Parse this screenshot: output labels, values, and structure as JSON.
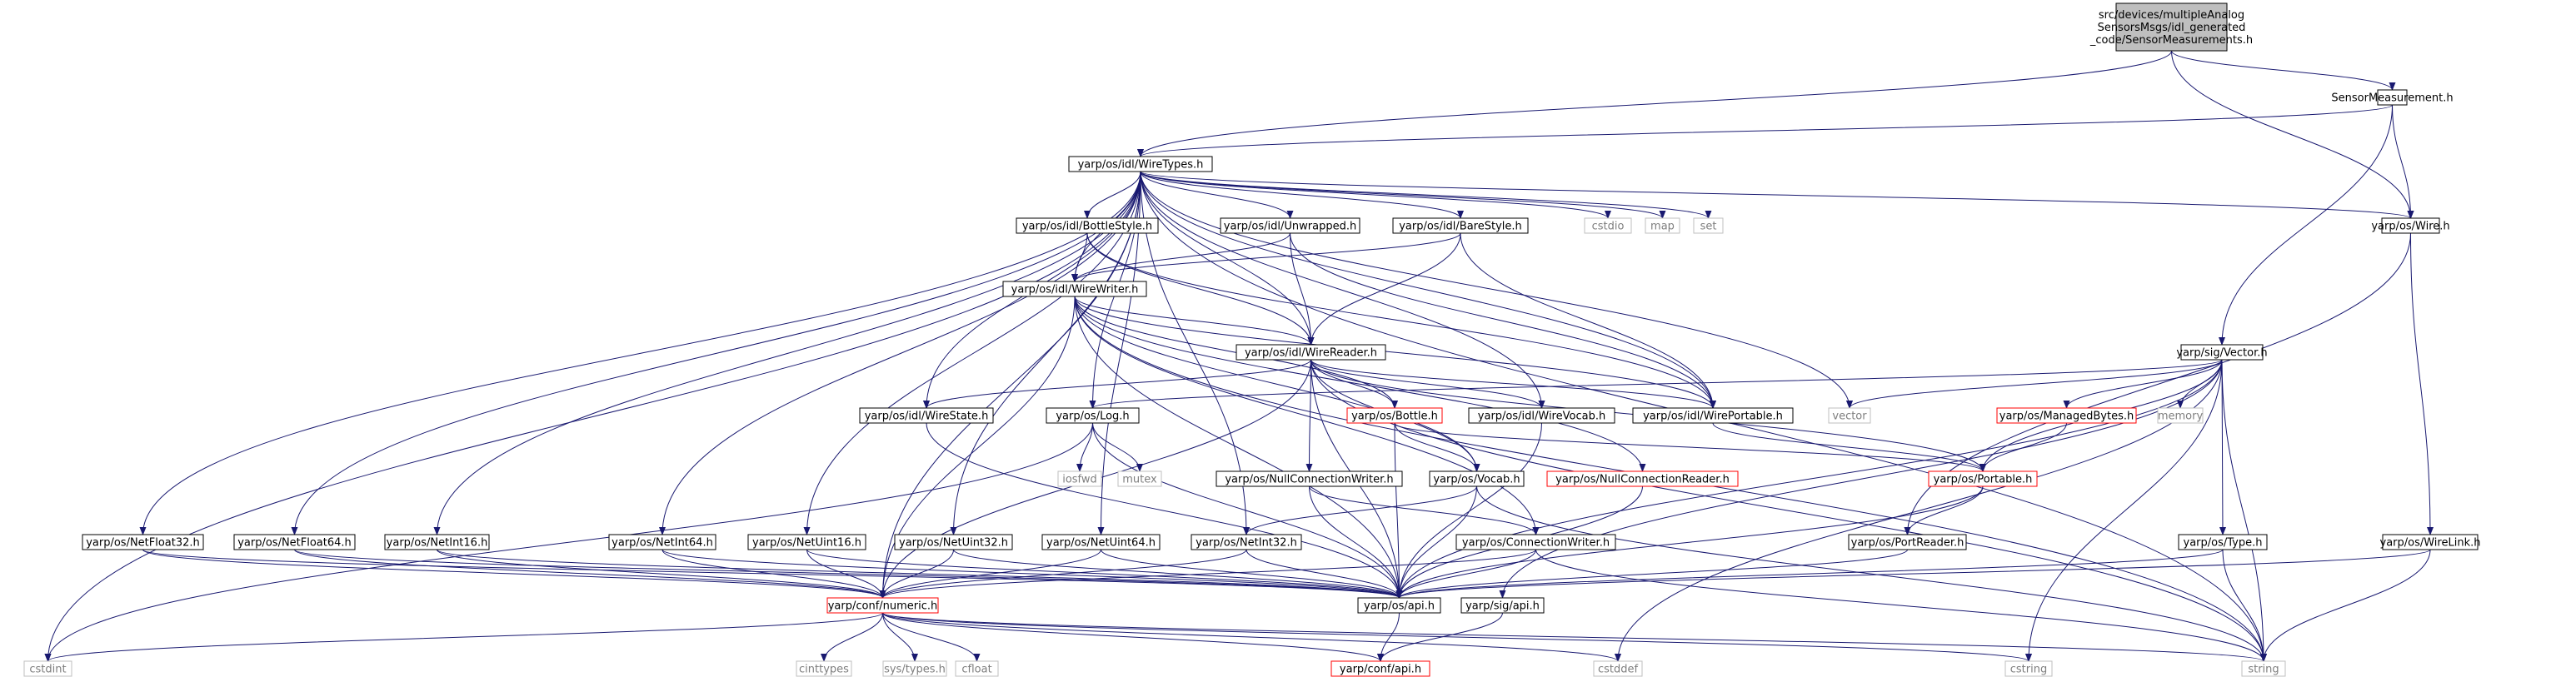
{
  "diagram": {
    "nodes": [
      {
        "id": "root",
        "lines": [
          "src/devices/multipleAnalog",
          "SensorsMsgs/idl_generated",
          "_code/SensorMeasurements.h"
        ],
        "style": "root"
      },
      {
        "id": "sensormeasurement",
        "lines": [
          "SensorMeasurement.h"
        ],
        "style": "normal"
      },
      {
        "id": "wiretypes",
        "lines": [
          "yarp/os/idl/WireTypes.h"
        ],
        "style": "normal"
      },
      {
        "id": "wire",
        "lines": [
          "yarp/os/Wire.h"
        ],
        "style": "normal"
      },
      {
        "id": "vector",
        "lines": [
          "yarp/sig/Vector.h"
        ],
        "style": "normal"
      },
      {
        "id": "bottlestyle",
        "lines": [
          "yarp/os/idl/BottleStyle.h"
        ],
        "style": "normal"
      },
      {
        "id": "unwrapped",
        "lines": [
          "yarp/os/idl/Unwrapped.h"
        ],
        "style": "normal"
      },
      {
        "id": "barestyle",
        "lines": [
          "yarp/os/idl/BareStyle.h"
        ],
        "style": "normal"
      },
      {
        "id": "cstdio",
        "lines": [
          "cstdio"
        ],
        "style": "std"
      },
      {
        "id": "map",
        "lines": [
          "map"
        ],
        "style": "std"
      },
      {
        "id": "set",
        "lines": [
          "set"
        ],
        "style": "std"
      },
      {
        "id": "wirewriter",
        "lines": [
          "yarp/os/idl/WireWriter.h"
        ],
        "style": "normal"
      },
      {
        "id": "wirereader",
        "lines": [
          "yarp/os/idl/WireReader.h"
        ],
        "style": "normal"
      },
      {
        "id": "wirestate",
        "lines": [
          "yarp/os/idl/WireState.h"
        ],
        "style": "normal"
      },
      {
        "id": "log",
        "lines": [
          "yarp/os/Log.h"
        ],
        "style": "normal"
      },
      {
        "id": "bottle",
        "lines": [
          "yarp/os/Bottle.h"
        ],
        "style": "red"
      },
      {
        "id": "wirevocab",
        "lines": [
          "yarp/os/idl/WireVocab.h"
        ],
        "style": "normal"
      },
      {
        "id": "wireportable",
        "lines": [
          "yarp/os/idl/WirePortable.h"
        ],
        "style": "normal"
      },
      {
        "id": "vectorstd",
        "lines": [
          "vector"
        ],
        "style": "std"
      },
      {
        "id": "managedbytes",
        "lines": [
          "yarp/os/ManagedBytes.h"
        ],
        "style": "red"
      },
      {
        "id": "memory",
        "lines": [
          "memory"
        ],
        "style": "std"
      },
      {
        "id": "iosfwd",
        "lines": [
          "iosfwd"
        ],
        "style": "std"
      },
      {
        "id": "mutex",
        "lines": [
          "mutex"
        ],
        "style": "std"
      },
      {
        "id": "nullconnwriter",
        "lines": [
          "yarp/os/NullConnectionWriter.h"
        ],
        "style": "normal"
      },
      {
        "id": "vocab",
        "lines": [
          "yarp/os/Vocab.h"
        ],
        "style": "normal"
      },
      {
        "id": "nullconnreader",
        "lines": [
          "yarp/os/NullConnectionReader.h"
        ],
        "style": "red"
      },
      {
        "id": "portable",
        "lines": [
          "yarp/os/Portable.h"
        ],
        "style": "red"
      },
      {
        "id": "netfloat32",
        "lines": [
          "yarp/os/NetFloat32.h"
        ],
        "style": "normal"
      },
      {
        "id": "netfloat64",
        "lines": [
          "yarp/os/NetFloat64.h"
        ],
        "style": "normal"
      },
      {
        "id": "netint16",
        "lines": [
          "yarp/os/NetInt16.h"
        ],
        "style": "normal"
      },
      {
        "id": "netint64",
        "lines": [
          "yarp/os/NetInt64.h"
        ],
        "style": "normal"
      },
      {
        "id": "netuint16",
        "lines": [
          "yarp/os/NetUint16.h"
        ],
        "style": "normal"
      },
      {
        "id": "netuint32",
        "lines": [
          "yarp/os/NetUint32.h"
        ],
        "style": "normal"
      },
      {
        "id": "netuint64",
        "lines": [
          "yarp/os/NetUint64.h"
        ],
        "style": "normal"
      },
      {
        "id": "netint32",
        "lines": [
          "yarp/os/NetInt32.h"
        ],
        "style": "normal"
      },
      {
        "id": "connwriter",
        "lines": [
          "yarp/os/ConnectionWriter.h"
        ],
        "style": "normal"
      },
      {
        "id": "portreader",
        "lines": [
          "yarp/os/PortReader.h"
        ],
        "style": "normal"
      },
      {
        "id": "type",
        "lines": [
          "yarp/os/Type.h"
        ],
        "style": "normal"
      },
      {
        "id": "wirelink",
        "lines": [
          "yarp/os/WireLink.h"
        ],
        "style": "normal"
      },
      {
        "id": "numeric",
        "lines": [
          "yarp/conf/numeric.h"
        ],
        "style": "red"
      },
      {
        "id": "osapi",
        "lines": [
          "yarp/os/api.h"
        ],
        "style": "normal"
      },
      {
        "id": "sigapi",
        "lines": [
          "yarp/sig/api.h"
        ],
        "style": "normal"
      },
      {
        "id": "cstdint",
        "lines": [
          "cstdint"
        ],
        "style": "std"
      },
      {
        "id": "cinttypes",
        "lines": [
          "cinttypes"
        ],
        "style": "std"
      },
      {
        "id": "systypes",
        "lines": [
          "sys/types.h"
        ],
        "style": "std"
      },
      {
        "id": "cfloat",
        "lines": [
          "cfloat"
        ],
        "style": "std"
      },
      {
        "id": "confapi",
        "lines": [
          "yarp/conf/api.h"
        ],
        "style": "red"
      },
      {
        "id": "cstddef",
        "lines": [
          "cstddef"
        ],
        "style": "std"
      },
      {
        "id": "cstring",
        "lines": [
          "cstring"
        ],
        "style": "std"
      },
      {
        "id": "string",
        "lines": [
          "string"
        ],
        "style": "std"
      }
    ],
    "edges": [
      [
        "root",
        "wiretypes"
      ],
      [
        "root",
        "sensormeasurement"
      ],
      [
        "root",
        "wire"
      ],
      [
        "sensormeasurement",
        "wiretypes"
      ],
      [
        "sensormeasurement",
        "wire"
      ],
      [
        "sensormeasurement",
        "vector"
      ],
      [
        "wiretypes",
        "bottlestyle"
      ],
      [
        "wiretypes",
        "unwrapped"
      ],
      [
        "wiretypes",
        "barestyle"
      ],
      [
        "wiretypes",
        "cstdio"
      ],
      [
        "wiretypes",
        "map"
      ],
      [
        "wiretypes",
        "set"
      ],
      [
        "wiretypes",
        "wire"
      ],
      [
        "wiretypes",
        "wirewriter"
      ],
      [
        "wiretypes",
        "wirereader"
      ],
      [
        "wiretypes",
        "wirestate"
      ],
      [
        "wiretypes",
        "log"
      ],
      [
        "wiretypes",
        "wirevocab"
      ],
      [
        "wiretypes",
        "wireportable"
      ],
      [
        "wiretypes",
        "vectorstd"
      ],
      [
        "wiretypes",
        "string"
      ],
      [
        "wiretypes",
        "cstdint"
      ],
      [
        "wiretypes",
        "netfloat32"
      ],
      [
        "wiretypes",
        "netfloat64"
      ],
      [
        "wiretypes",
        "netint16"
      ],
      [
        "wiretypes",
        "netint64"
      ],
      [
        "wiretypes",
        "netuint16"
      ],
      [
        "wiretypes",
        "netuint32"
      ],
      [
        "wiretypes",
        "netuint64"
      ],
      [
        "wiretypes",
        "netint32"
      ],
      [
        "wiretypes",
        "numeric"
      ],
      [
        "bottlestyle",
        "wirewriter"
      ],
      [
        "bottlestyle",
        "wirereader"
      ],
      [
        "bottlestyle",
        "wireportable"
      ],
      [
        "unwrapped",
        "wirewriter"
      ],
      [
        "unwrapped",
        "wirereader"
      ],
      [
        "unwrapped",
        "wireportable"
      ],
      [
        "barestyle",
        "wirewriter"
      ],
      [
        "barestyle",
        "wirereader"
      ],
      [
        "barestyle",
        "wireportable"
      ],
      [
        "wirewriter",
        "wirereader"
      ],
      [
        "wirewriter",
        "wireportable"
      ],
      [
        "wirewriter",
        "bottle"
      ],
      [
        "wirewriter",
        "vocab"
      ],
      [
        "wirewriter",
        "nullconnreader"
      ],
      [
        "wirewriter",
        "numeric"
      ],
      [
        "wirewriter",
        "osapi"
      ],
      [
        "wirewriter",
        "connwriter"
      ],
      [
        "wirewriter",
        "string"
      ],
      [
        "wirereader",
        "wirestate"
      ],
      [
        "wirereader",
        "wireportable"
      ],
      [
        "wirereader",
        "bottle"
      ],
      [
        "wirereader",
        "wirevocab"
      ],
      [
        "wirereader",
        "nullconnwriter"
      ],
      [
        "wirereader",
        "vocab"
      ],
      [
        "wirereader",
        "numeric"
      ],
      [
        "wirereader",
        "osapi"
      ],
      [
        "wirereader",
        "string"
      ],
      [
        "wirereader",
        "portable"
      ],
      [
        "wirestate",
        "osapi"
      ],
      [
        "log",
        "iosfwd"
      ],
      [
        "log",
        "mutex"
      ],
      [
        "log",
        "osapi"
      ],
      [
        "log",
        "cstdint"
      ],
      [
        "bottle",
        "vocab"
      ],
      [
        "bottle",
        "portable"
      ],
      [
        "bottle",
        "osapi"
      ],
      [
        "wirevocab",
        "osapi"
      ],
      [
        "wireportable",
        "portable"
      ],
      [
        "vector",
        "vectorstd"
      ],
      [
        "vector",
        "managedbytes"
      ],
      [
        "vector",
        "memory"
      ],
      [
        "vector",
        "portable"
      ],
      [
        "vector",
        "type"
      ],
      [
        "vector",
        "log"
      ],
      [
        "vector",
        "osapi"
      ],
      [
        "vector",
        "sigapi"
      ],
      [
        "vector",
        "cstddef"
      ],
      [
        "vector",
        "cstring"
      ],
      [
        "vector",
        "string"
      ],
      [
        "managedbytes",
        "portable"
      ],
      [
        "nullconnwriter",
        "connwriter"
      ],
      [
        "nullconnwriter",
        "osapi"
      ],
      [
        "vocab",
        "netint32"
      ],
      [
        "vocab",
        "osapi"
      ],
      [
        "vocab",
        "string"
      ],
      [
        "nullconnreader",
        "osapi"
      ],
      [
        "portable",
        "portreader"
      ],
      [
        "portable",
        "osapi"
      ],
      [
        "netfloat32",
        "numeric"
      ],
      [
        "netfloat32",
        "osapi"
      ],
      [
        "netfloat64",
        "numeric"
      ],
      [
        "netfloat64",
        "osapi"
      ],
      [
        "netint16",
        "numeric"
      ],
      [
        "netint16",
        "osapi"
      ],
      [
        "netint64",
        "numeric"
      ],
      [
        "netint64",
        "osapi"
      ],
      [
        "netuint16",
        "numeric"
      ],
      [
        "netuint16",
        "osapi"
      ],
      [
        "netuint32",
        "numeric"
      ],
      [
        "netuint32",
        "osapi"
      ],
      [
        "netuint64",
        "numeric"
      ],
      [
        "netuint64",
        "osapi"
      ],
      [
        "netint32",
        "numeric"
      ],
      [
        "netint32",
        "osapi"
      ],
      [
        "connwriter",
        "osapi"
      ],
      [
        "connwriter",
        "string"
      ],
      [
        "connwriter",
        "numeric"
      ],
      [
        "portreader",
        "osapi"
      ],
      [
        "type",
        "osapi"
      ],
      [
        "type",
        "string"
      ],
      [
        "wire",
        "portreader"
      ],
      [
        "wire",
        "wirelink"
      ],
      [
        "wirelink",
        "osapi"
      ],
      [
        "wirelink",
        "string"
      ],
      [
        "numeric",
        "cstdint"
      ],
      [
        "numeric",
        "cinttypes"
      ],
      [
        "numeric",
        "systypes"
      ],
      [
        "numeric",
        "cfloat"
      ],
      [
        "numeric",
        "confapi"
      ],
      [
        "numeric",
        "cstddef"
      ],
      [
        "numeric",
        "cstring"
      ],
      [
        "numeric",
        "string"
      ],
      [
        "osapi",
        "confapi"
      ],
      [
        "sigapi",
        "confapi"
      ]
    ]
  }
}
